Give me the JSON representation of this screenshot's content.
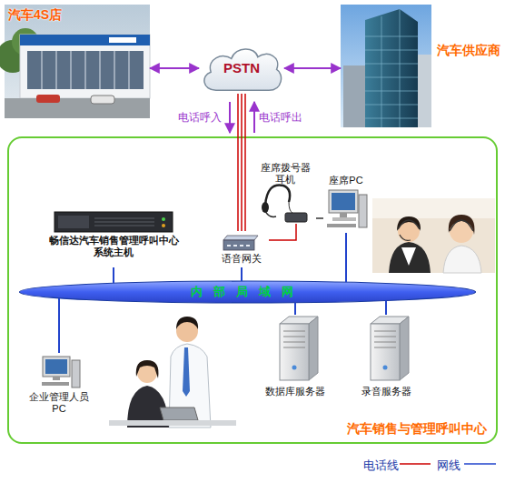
{
  "diagram": {
    "nodes": [
      {
        "text": [
          "汽车4S店"
        ]
      },
      {
        "text": [
          "PSTN"
        ]
      },
      {
        "text": [
          "汽车供应商"
        ]
      },
      {
        "text": [
          "汽车销售与管理呼叫中心"
        ]
      },
      {
        "text": [
          "畅信达汽车销售管理呼叫中心系统主机"
        ],
        "in": 3
      },
      {
        "text": [
          "语音网关"
        ],
        "in": 3
      },
      {
        "text": [
          "座席拨号器 耳机"
        ],
        "in": 3
      },
      {
        "text": [
          "座席PC"
        ],
        "in": 3
      },
      {
        "text": [
          "内部局域网"
        ],
        "in": 3
      },
      {
        "text": [
          "企业管理人员 PC"
        ],
        "in": 3
      },
      {
        "text": [
          "数据库服务器"
        ],
        "in": 3
      },
      {
        "text": [
          "录音服务器"
        ],
        "in": 3
      }
    ],
    "edges": [
      {
        "from": 0,
        "to": 1,
        "arrow": "both"
      },
      {
        "from": 1,
        "to": 2,
        "arrow": "both"
      },
      {
        "from": 1,
        "to": 5,
        "arrow": "none"
      },
      {
        "from": 5,
        "to": 6,
        "arrow": "none"
      },
      {
        "from": 6,
        "to": 7,
        "arrow": "none"
      },
      {
        "from": 4,
        "to": 8,
        "arrow": "none"
      },
      {
        "from": 5,
        "to": 8,
        "arrow": "none"
      },
      {
        "from": 7,
        "to": 8,
        "arrow": "none"
      },
      {
        "from": 9,
        "to": 8,
        "arrow": "none"
      },
      {
        "from": 10,
        "to": 8,
        "arrow": "none"
      },
      {
        "from": 11,
        "to": 8,
        "arrow": "none"
      }
    ],
    "labels": [
      "电话呼入",
      "电话呼出"
    ],
    "legend": [
      {
        "text": "电话线"
      },
      {
        "text": "网线"
      }
    ]
  }
}
